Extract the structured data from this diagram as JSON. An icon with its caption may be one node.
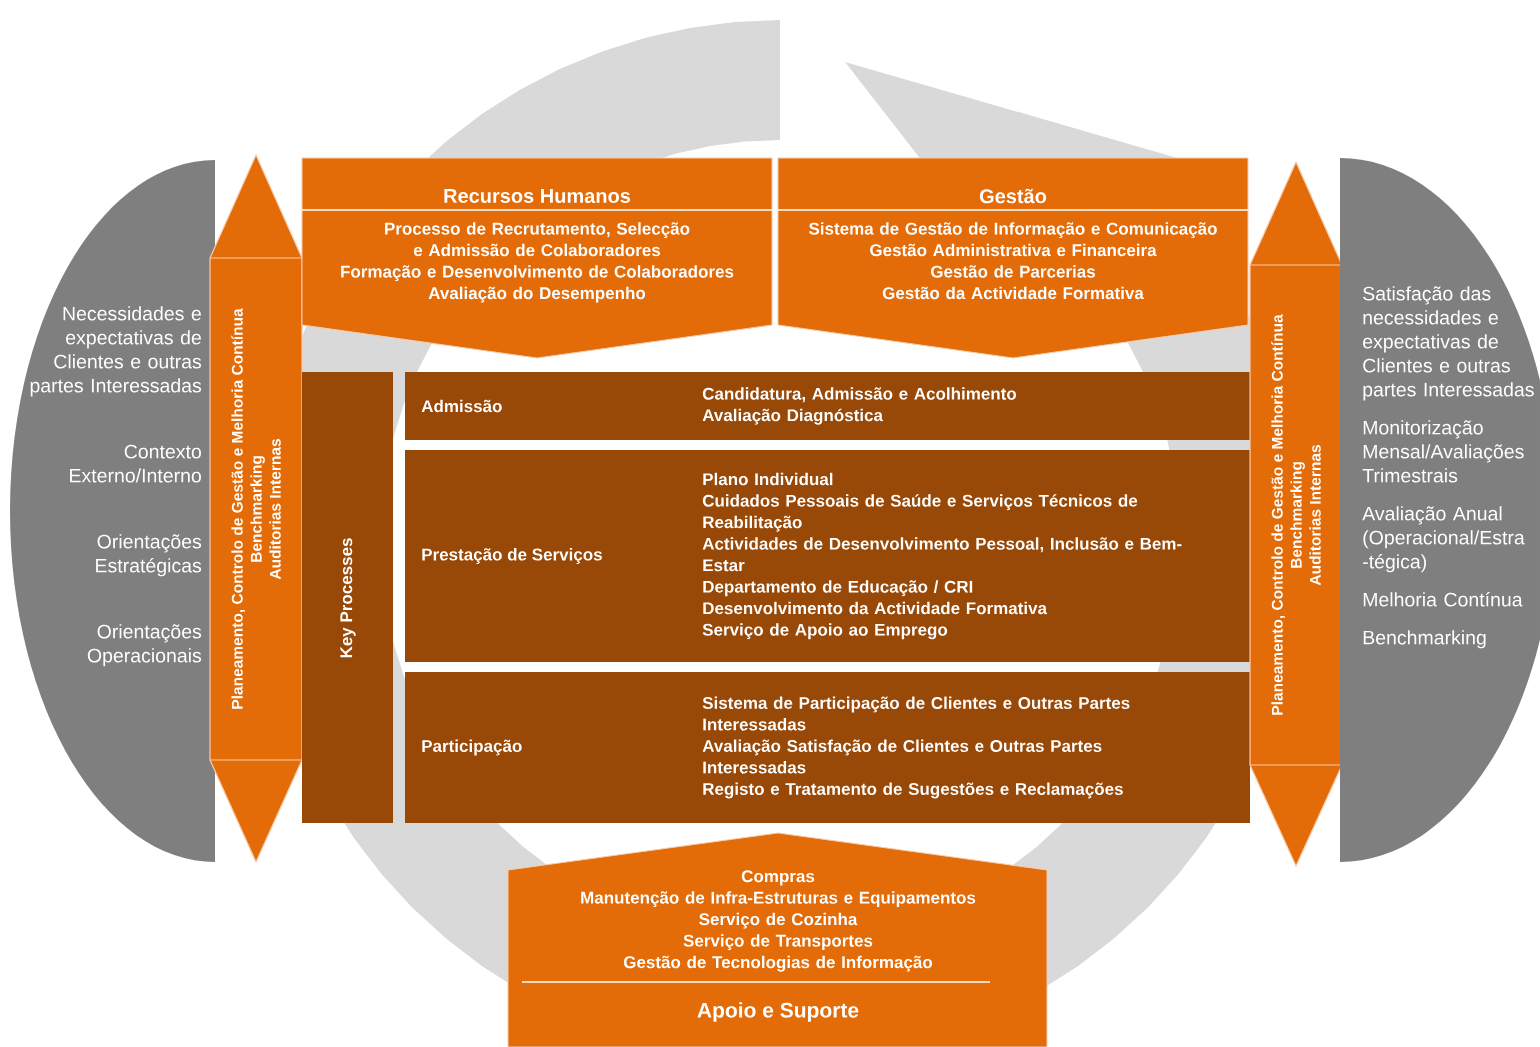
{
  "diagram": {
    "nodes": [
      {
        "text": [
          "Necessidades e expectativas de Clientes e outras partes Interessadas",
          "Contexto Externo/Interno",
          "Orientações Estratégicas",
          "Orientações Operacionais"
        ]
      },
      {
        "text": [
          "Planeamento, Controlo de Gestão e Melhoria Contínua",
          "Benchmarking",
          "Auditorias Internas"
        ]
      },
      {
        "text": [
          "Recursos Humanos",
          "Processo de Recrutamento, Selecção e Admissão de Colaboradores",
          "Formação e Desenvolvimento de Colaboradores",
          "Avaliação do Desempenho"
        ]
      },
      {
        "text": [
          "Gestão",
          "Sistema de Gestão de Informação e Comunicação",
          "Gestão Administrativa e Financeira",
          "Gestão de Parcerias",
          "Gestão da Actividade Formativa"
        ]
      },
      {
        "text": [
          "Key Processes"
        ]
      },
      {
        "text": [
          "Admissão",
          "Candidatura, Admissão e Acolhimento",
          "Avaliação Diagnóstica"
        ]
      },
      {
        "text": [
          "Prestação de Serviços",
          "Plano Individual",
          "Cuidados Pessoais de Saúde e Serviços Técnicos de Reabilitação",
          "Actividades de Desenvolvimento Pessoal, Inclusão e Bem-Estar",
          "Departamento de Educação / CRI",
          "Desenvolvimento da Actividade Formativa",
          "Serviço de Apoio ao Emprego"
        ]
      },
      {
        "text": [
          "Participação",
          "Sistema de Participação de Clientes e Outras Partes Interessadas",
          "Avaliação Satisfação de Clientes e Outras Partes Interessadas",
          "Registo e Tratamento de Sugestões e Reclamações"
        ]
      },
      {
        "text": [
          "Compras",
          "Manutenção de Infra-Estruturas e Equipamentos",
          "Serviço de Cozinha",
          "Serviço de Transportes",
          "Gestão de Tecnologias de Informação",
          "Apoio e Suporte"
        ]
      },
      {
        "text": [
          "Planeamento, Controlo de Gestão e Melhoria Contínua",
          "Benchmarking",
          "Auditorias Internas"
        ]
      },
      {
        "text": [
          "Satisfação das necessidades e expectativas de Clientes e outras partes Interessadas",
          "Monitorização Mensal/Avaliações Trimestrais",
          "Avaliação Anual (Operacional/Estra -tégica)",
          "Melhoria Contínua",
          "Benchmarking"
        ]
      }
    ]
  }
}
